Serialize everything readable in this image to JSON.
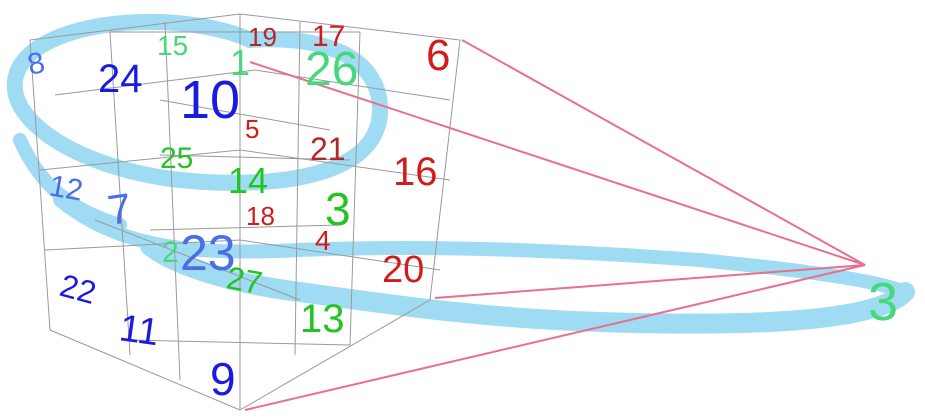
{
  "diagram": {
    "numbers": {
      "n8": "8",
      "n24": "24",
      "n15": "15",
      "n10": "10",
      "n1": "1",
      "n19": "19",
      "n17": "17",
      "n26": "26",
      "n6": "6",
      "n5": "5",
      "n25": "25",
      "n21": "21",
      "n16": "16",
      "n12": "12",
      "n14": "14",
      "n3a": "3",
      "n7": "7",
      "n18": "18",
      "n4": "4",
      "n2": "2",
      "n23": "23",
      "n20": "20",
      "n22": "22",
      "n27": "27",
      "n13": "13",
      "n11": "11",
      "n9": "9",
      "n3b": "3"
    },
    "colors": {
      "blue": "#1a1ae0",
      "red": "#d21c1c",
      "green": "#22c322",
      "ribbon": "#8fd6f2",
      "projection_line": "#e8708c",
      "cube_line": "#9a9a9a"
    }
  }
}
